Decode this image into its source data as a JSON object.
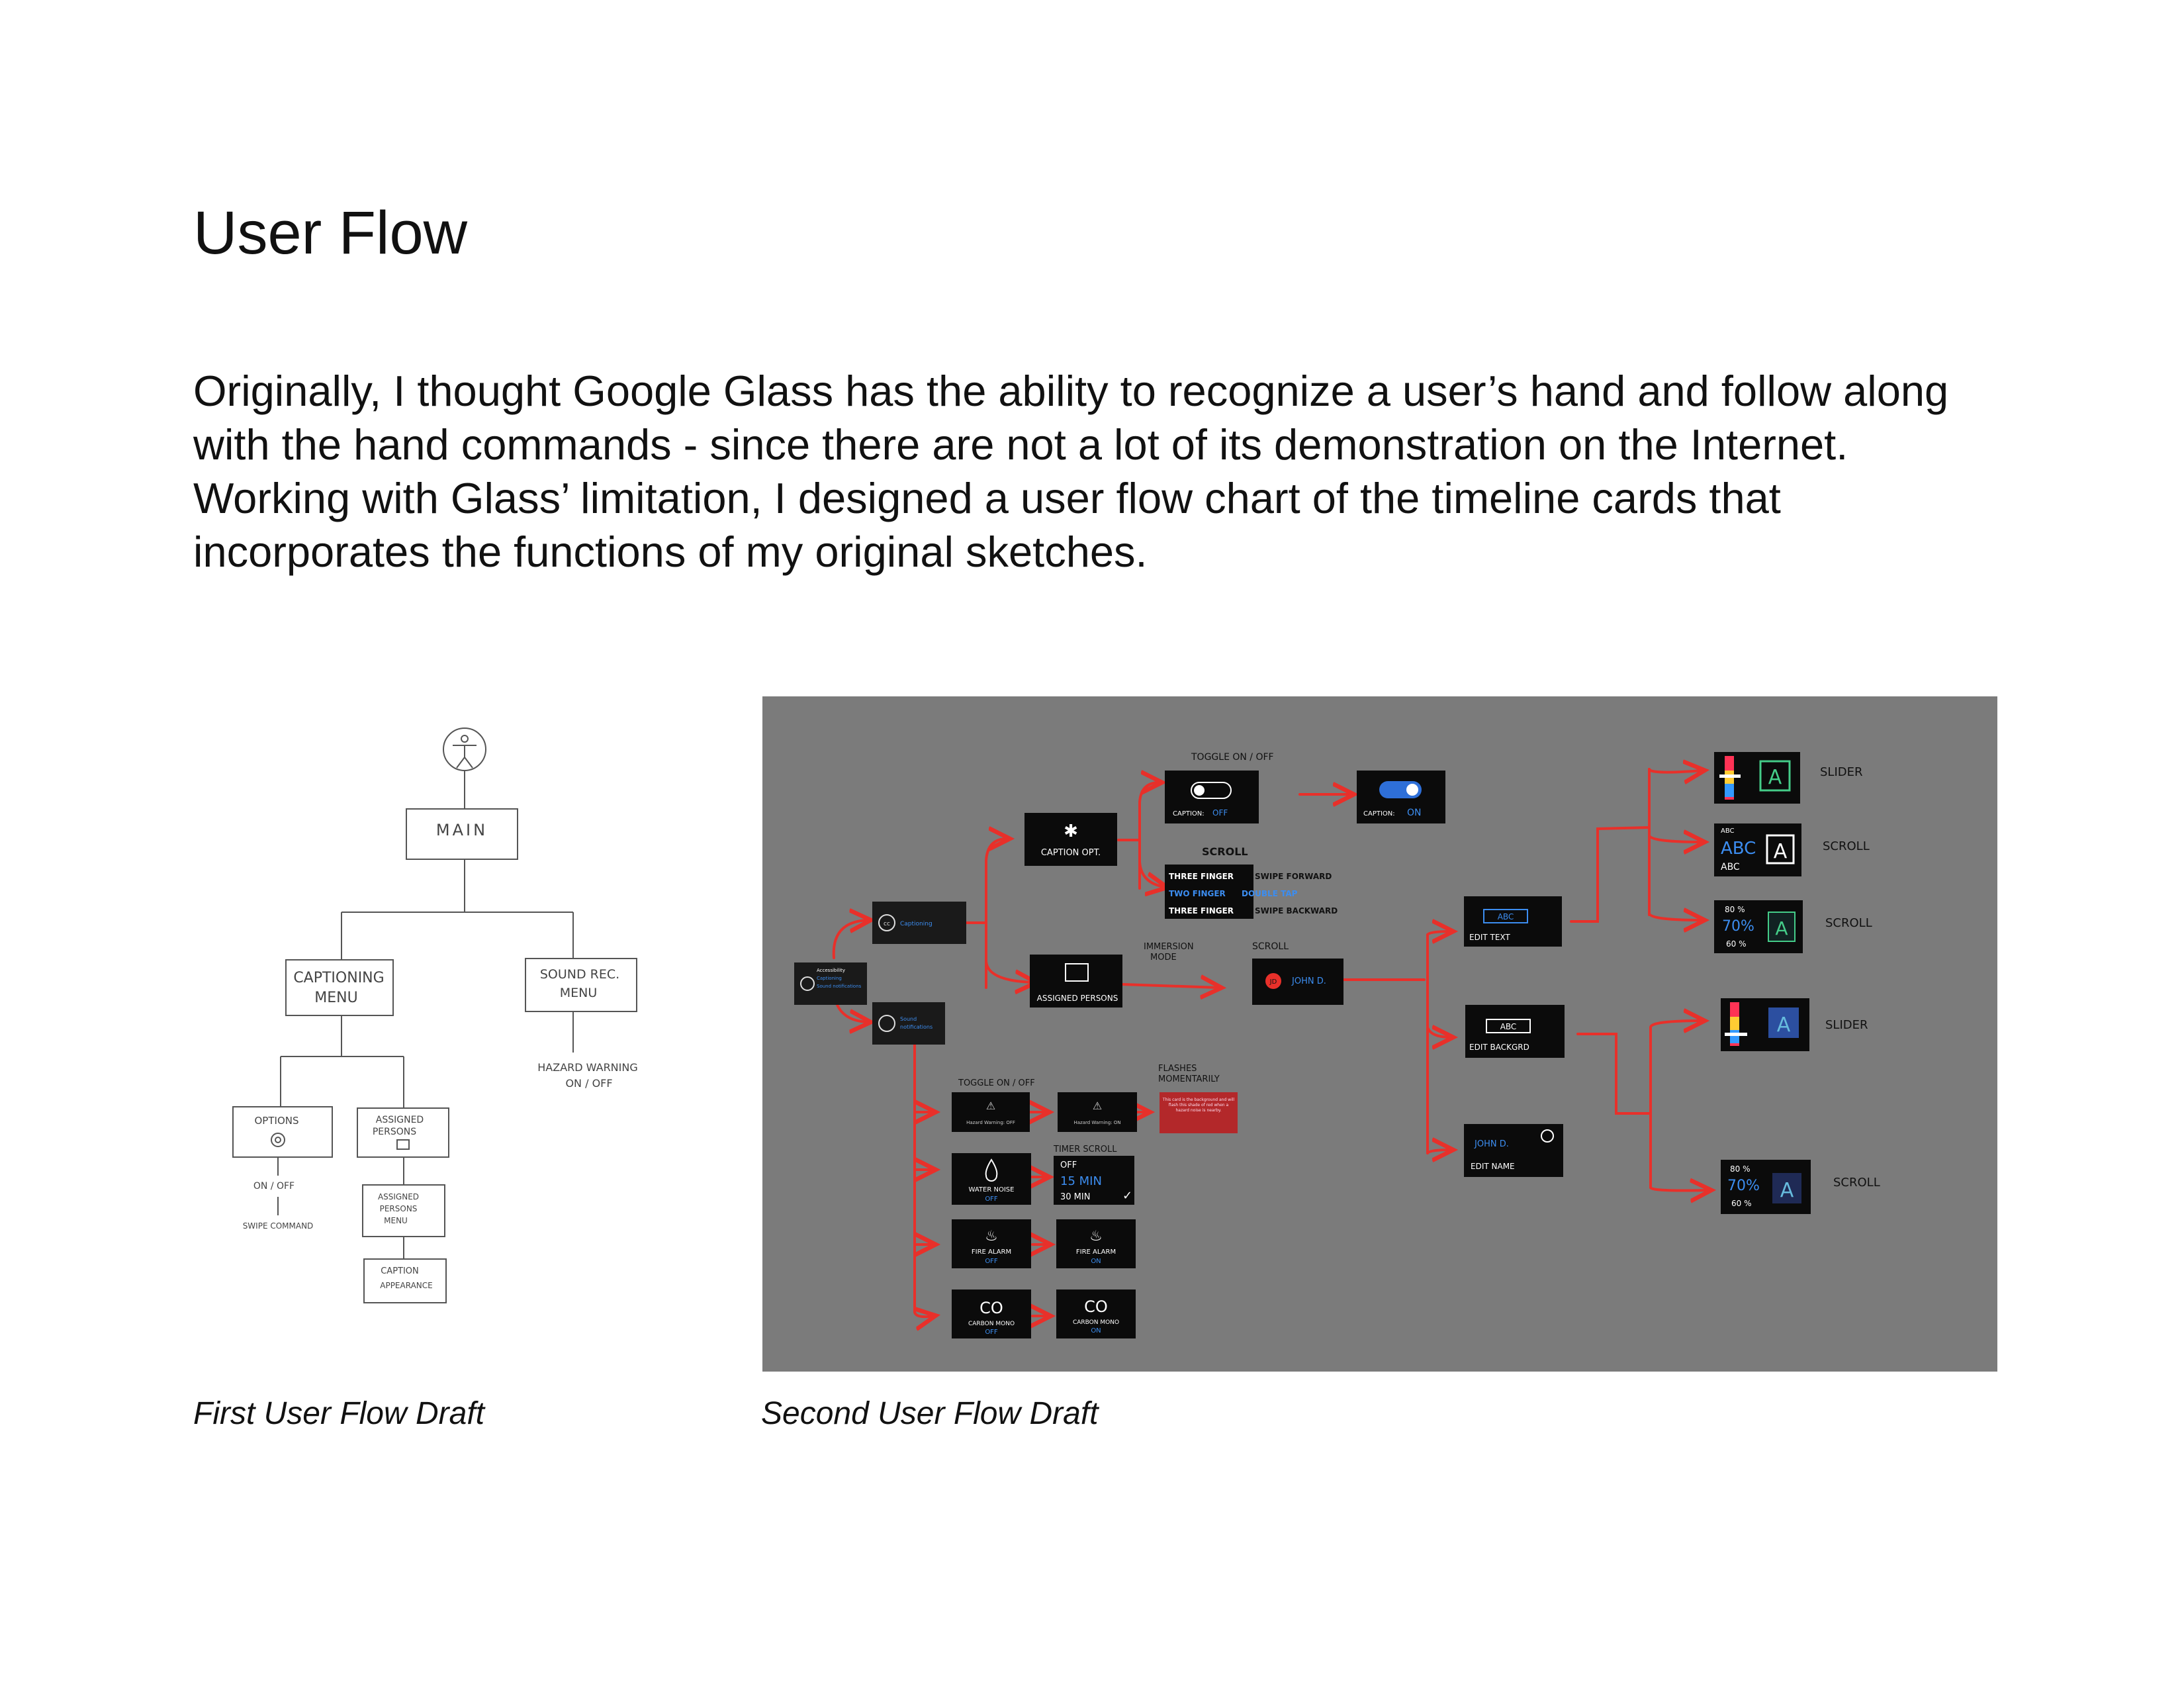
{
  "header": {
    "title": "User Flow",
    "intro": "Originally, I thought Google Glass has the ability to recognize a user’s hand and follow along with the hand commands - since there are not a lot of its demonstration on the Internet. Working with Glass’ limitation, I designed a user flow chart of the timeline cards that incorporates the functions of my original sketches."
  },
  "captions": {
    "first": "First User Flow Draft",
    "second": "Second User Flow Draft"
  },
  "first_draft": {
    "root_icon": "accessibility-icon",
    "main": "MAIN",
    "captioning_menu_1": "CAPTIONING",
    "captioning_menu_2": "MENU",
    "sound_rec_1": "SOUND REC.",
    "sound_rec_2": "MENU",
    "hazard_1": "HAZARD WARNING",
    "hazard_2": "ON / OFF",
    "options": "OPTIONS",
    "assigned_persons_1": "ASSIGNED",
    "assigned_persons_2": "PERSONS",
    "on_off": "ON / OFF",
    "swipe_command": "SWIPE COMMAND",
    "ap_menu_1": "ASSIGNED",
    "ap_menu_2": "PERSONS",
    "ap_menu_3": "MENU",
    "caption_appearance_1": "CAPTION",
    "caption_appearance_2": "APPEARANCE"
  },
  "second_draft": {
    "colors": {
      "arrow": "#e8302a",
      "card": "#0b0b0b",
      "accent": "#3c8df0",
      "panel": "#7b7b7b",
      "alarm": "#b3282a"
    },
    "main_card": {
      "line1": "Accessibility",
      "line2": "Captioning",
      "line3": "Sound notifications"
    },
    "captioning_card": "Captioning",
    "sound_card": {
      "line1": "Sound",
      "line2": "notifications"
    },
    "caption_opt": "CAPTION OPT.",
    "assigned_persons": "ASSIGNED PERSONS",
    "toggle_on_off_top": "TOGGLE ON / OFF",
    "caption_off_label": "CAPTION:",
    "caption_off_value": "OFF",
    "caption_on_label": "CAPTION:",
    "caption_on_value": "ON",
    "scroll_label_top": "SCROLL",
    "gesture_1a": "THREE FINGER",
    "gesture_1b": "SWIPE FORWARD",
    "gesture_2a": "TWO FINGER",
    "gesture_2b": "DOUBLE TAP",
    "gesture_3a": "THREE FINGER",
    "gesture_3b": "SWIPE BACKWARD",
    "immersion_1": "IMMERSION",
    "immersion_2": "MODE",
    "scroll_label_mid": "SCROLL",
    "jd_initials": "JD",
    "john_d": "JOHN D.",
    "edit_text_sample": "ABC",
    "edit_text": "EDIT TEXT",
    "edit_backgrd_sample": "ABC",
    "edit_backgrd": "EDIT BACKGRD",
    "edit_name_sample": "JOHN D.",
    "edit_name": "EDIT NAME",
    "slider_1": "SLIDER",
    "scroll_1": "SCROLL",
    "scroll_2": "SCROLL",
    "slider_2": "SLIDER",
    "scroll_3": "SCROLL",
    "abc_small_top": "ABC",
    "abc_big": "ABC",
    "abc_small_bottom": "ABC",
    "pct_80": "80 %",
    "pct_70": "70%",
    "pct_60": "60 %",
    "pct_80b": "80 %",
    "pct_70b": "70%",
    "pct_60b": "60 %",
    "letter_a": "A",
    "toggle_on_off_bottom": "TOGGLE ON / OFF",
    "hazard_off": "Hazard Warning: OFF",
    "hazard_on": "Hazard Warning: ON",
    "flashes_1": "FLASHES",
    "flashes_2": "MOMENTARILY",
    "alarm_text": "This card is the background and will flash this shade of red when a hazard noise is nearby.",
    "timer_scroll": "TIMER SCROLL",
    "water_noise": "WATER NOISE",
    "water_off": "OFF",
    "timer_off": "OFF",
    "timer_15": "15 MIN",
    "timer_30": "30 MIN",
    "fire_alarm": "FIRE ALARM",
    "fire_off": "OFF",
    "fire_alarm_on": "FIRE ALARM",
    "fire_on": "ON",
    "co": "CO",
    "carbon_mono": "CARBON MONO",
    "co_off": "OFF",
    "co_on_text": "CO",
    "carbon_mono_on": "CARBON MONO",
    "co_on": "ON"
  }
}
